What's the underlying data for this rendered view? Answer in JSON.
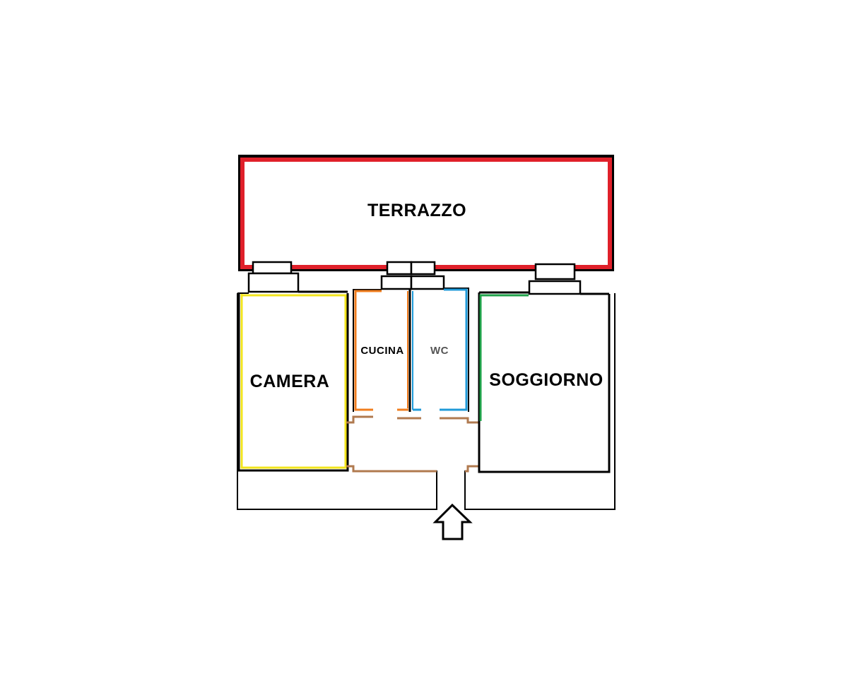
{
  "colors": {
    "wall": "#000000",
    "terrazzo": "#e0202a",
    "camera": "#f2e51c",
    "cucina": "#f07d1e",
    "wc": "#1f9ad8",
    "soggiorno": "#1fa24a",
    "corridor": "#b07a4f",
    "background": "#ffffff"
  },
  "rooms": {
    "terrazzo": {
      "label": "TERRAZZO"
    },
    "camera": {
      "label": "CAMERA"
    },
    "cucina": {
      "label": "CUCINA"
    },
    "wc": {
      "label": "WC"
    },
    "soggiorno": {
      "label": "SOGGIORNO"
    }
  },
  "icons": {
    "entrance": "up-arrow-icon"
  }
}
